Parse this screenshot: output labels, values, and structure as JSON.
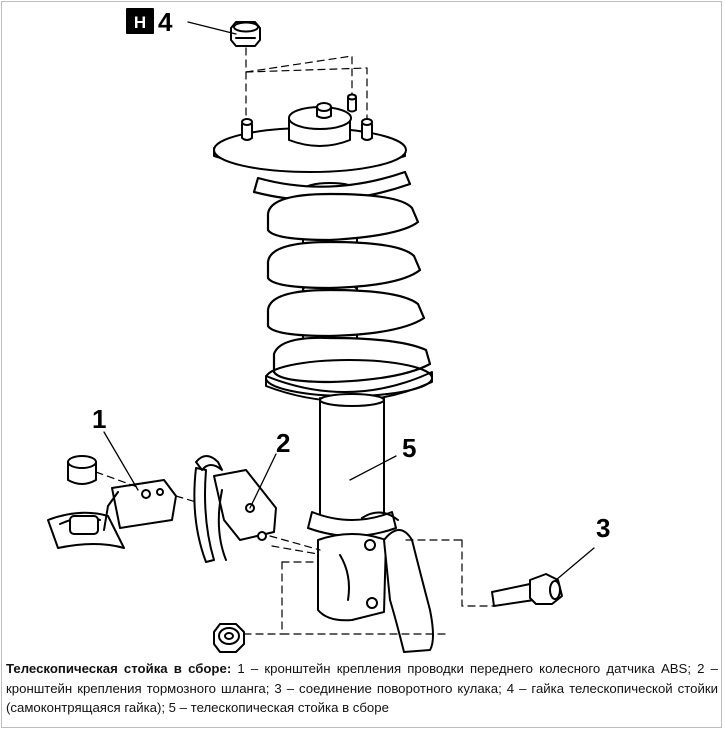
{
  "figure": {
    "tag_letter": "H",
    "callouts": {
      "c1": "1",
      "c2": "2",
      "c3": "3",
      "c4": "4",
      "c5": "5"
    }
  },
  "caption": {
    "title": "Телескопическая стойка в сборе:",
    "text": " 1 – кронштейн крепления проводки переднего колесного датчика ABS; 2 – кронштейн крепления тормозного шланга; 3 – соединение поворотного кулака; 4 – гайка телескопической стойки (самоконтрящаяся гайка); 5 – телескопическая стойка в сборе"
  }
}
